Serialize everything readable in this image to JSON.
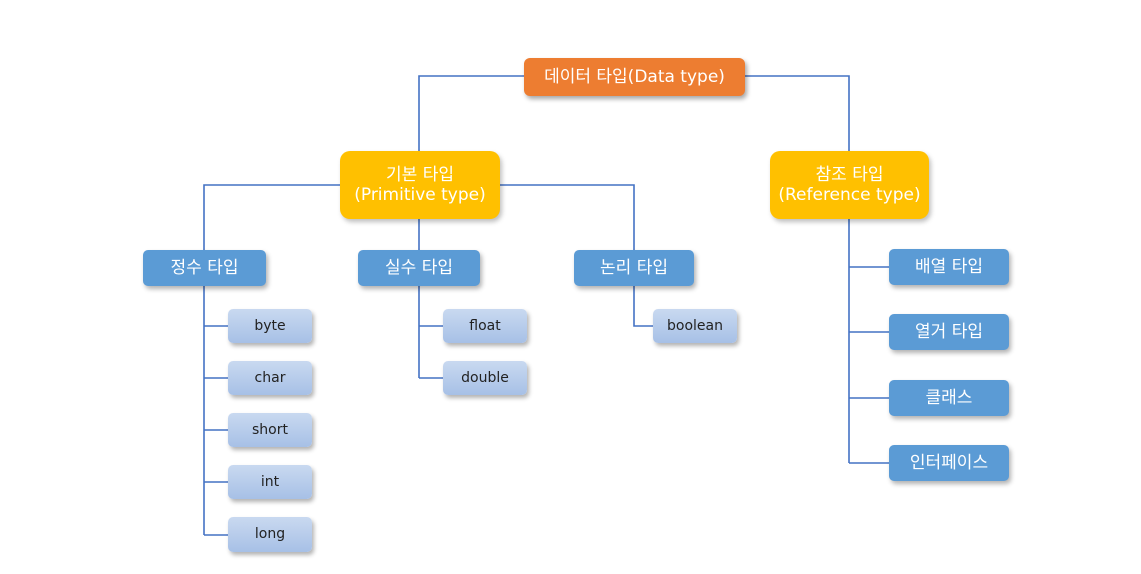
{
  "root": {
    "label": "데이터 타입(Data type)"
  },
  "primitive": {
    "line1": "기본 타입",
    "line2": "(Primitive type)"
  },
  "reference": {
    "line1": "참조 타입",
    "line2": "(Reference type)"
  },
  "integer": {
    "label": "정수 타입",
    "items": [
      "byte",
      "char",
      "short",
      "int",
      "long"
    ]
  },
  "real": {
    "label": "실수 타입",
    "items": [
      "float",
      "double"
    ]
  },
  "logical": {
    "label": "논리 타입",
    "items": [
      "boolean"
    ]
  },
  "reference_items": [
    "배열 타입",
    "열거 타입",
    "클래스",
    "인터페이스"
  ],
  "colors": {
    "root": "#ED7D31",
    "category": "#FFC000",
    "subcategory": "#5B9BD5",
    "leaf": "#B4C7E7",
    "connector": "#4472C4"
  }
}
